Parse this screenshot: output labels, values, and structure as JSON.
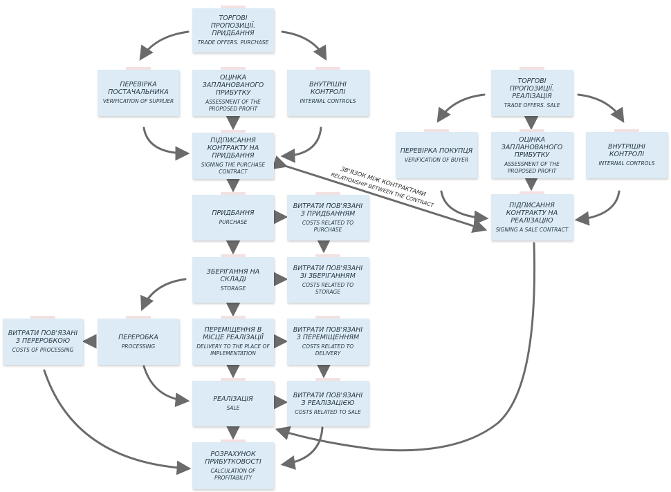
{
  "nodes": {
    "trade_purchase": {
      "ua": "Торгові пропозиції. Придбання",
      "en": "Trade offers. Purchase"
    },
    "verify_supplier": {
      "ua": "Перевірка постачальника",
      "en": "Verification of supplier"
    },
    "assess_profit_p": {
      "ua": "Оцінка запланованого прибутку",
      "en": "Assessment of the proposed profit"
    },
    "internal_p": {
      "ua": "Внутрішні контролі",
      "en": "Internal controls"
    },
    "sign_purchase": {
      "ua": "Підписання контракту на придбання",
      "en": "Signing the purchase contract"
    },
    "purchase": {
      "ua": "Придбання",
      "en": "Purchase"
    },
    "costs_purchase": {
      "ua": "Витрати пов'язані з придбанням",
      "en": "Costs related to purchase"
    },
    "storage": {
      "ua": "Зберігання на складі",
      "en": "Storage"
    },
    "costs_storage": {
      "ua": "Витрати пов'язані зі зберіганням",
      "en": "Costs related to storage"
    },
    "processing": {
      "ua": "Переробка",
      "en": "Processing"
    },
    "costs_processing": {
      "ua": "Витрати пов'язані з переробкою",
      "en": "Costs of processing"
    },
    "delivery": {
      "ua": "Переміщення в місце реалізації",
      "en": "Delivery to the place of implementation"
    },
    "costs_delivery": {
      "ua": "Витрати пов'язані з переміщенням",
      "en": "Costs related to delivery"
    },
    "sale": {
      "ua": "Реалізація",
      "en": "Sale"
    },
    "costs_sale": {
      "ua": "Витрати пов'язані з реалізацією",
      "en": "Costs related to sale"
    },
    "calc_profit": {
      "ua": "Розрахунок прибутковості",
      "en": "Calculation of profitability"
    },
    "trade_sale": {
      "ua": "Торгові пропозиції. Реалізація",
      "en": "Trade offers. Sale"
    },
    "verify_buyer": {
      "ua": "Перевірка покупця",
      "en": "Verification of buyer"
    },
    "assess_profit_s": {
      "ua": "Оцінка запланованого прибутку",
      "en": "Assessment of the proposed profit"
    },
    "internal_s": {
      "ua": "Внутрішні контролі",
      "en": "Internal controls"
    },
    "sign_sale": {
      "ua": "Підписання контракту на реалізацію",
      "en": "Signing a sale contract"
    }
  },
  "relation": {
    "ua": "Зв'язок між контрактами",
    "en": "Relationship between the contract"
  },
  "colors": {
    "box_fill": "#dcebf5",
    "arrow": "#6b6b6b",
    "text": "#2a3b4a"
  }
}
